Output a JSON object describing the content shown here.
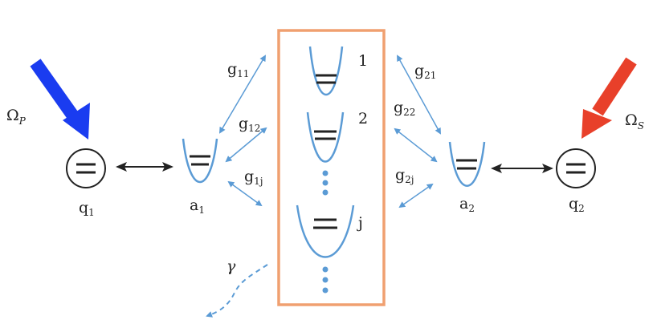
{
  "colors": {
    "pump": "#1a3cf0",
    "stokes": "#e8402a",
    "box": "#f0a070",
    "coupling": "#5b9bd5",
    "ink": "#222222"
  },
  "drive": {
    "pump_symbol": "Ω",
    "pump_sub": "P",
    "stokes_symbol": "Ω",
    "stokes_sub": "S"
  },
  "qubits": [
    {
      "base": "q",
      "sub": "1"
    },
    {
      "base": "q",
      "sub": "2"
    }
  ],
  "ancillas": [
    {
      "base": "a",
      "sub": "1"
    },
    {
      "base": "a",
      "sub": "2"
    }
  ],
  "couplings_left": [
    {
      "base": "g",
      "sub": "11"
    },
    {
      "base": "g",
      "sub": "12"
    },
    {
      "base": "g",
      "sub": "1j"
    }
  ],
  "couplings_right": [
    {
      "base": "g",
      "sub": "21"
    },
    {
      "base": "g",
      "sub": "22"
    },
    {
      "base": "g",
      "sub": "2j"
    }
  ],
  "modes": [
    "1",
    "2",
    "j"
  ],
  "decay": "γ"
}
